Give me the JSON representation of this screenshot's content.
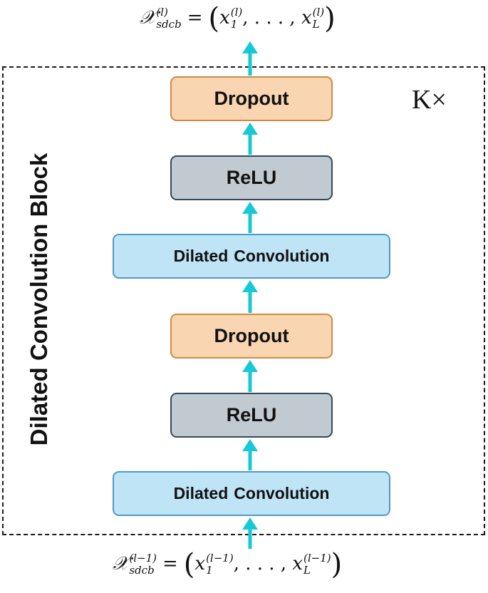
{
  "block_title": "Dilated Convolution Block",
  "repeat_label": "K×",
  "layers": [
    {
      "label": "Dropout",
      "kind": "dropout"
    },
    {
      "label": "ReLU",
      "kind": "relu"
    },
    {
      "label_a": "Dilated",
      "label_b": "Convolution",
      "kind": "conv"
    },
    {
      "label": "Dropout",
      "kind": "dropout"
    },
    {
      "label": "ReLU",
      "kind": "relu"
    },
    {
      "label_a": "Dilated",
      "label_b": "Convolution",
      "kind": "conv"
    }
  ],
  "output_formula": {
    "symbol": "𝒳",
    "sub": "sdcb",
    "sup": "(l)",
    "equals": "=",
    "first_var": "x",
    "first_sub": "1",
    "first_sup": "(l)",
    "dots": ", . . . ,",
    "last_var": "x",
    "last_sub": "L",
    "last_sup": "(l)"
  },
  "input_formula": {
    "symbol": "𝒳",
    "sub": "sdcb",
    "sup": "(l−1)",
    "equals": "=",
    "first_var": "x",
    "first_sub": "1",
    "first_sup": "(l−1)",
    "dots": ", . . . ,",
    "last_var": "x",
    "last_sub": "L",
    "last_sup": "(l−1)"
  },
  "colors": {
    "arrow": "#16c9d4",
    "dropout_fill": "#f9d5b2",
    "relu_fill": "#c2cad1",
    "conv_fill": "#bfe4f6"
  }
}
